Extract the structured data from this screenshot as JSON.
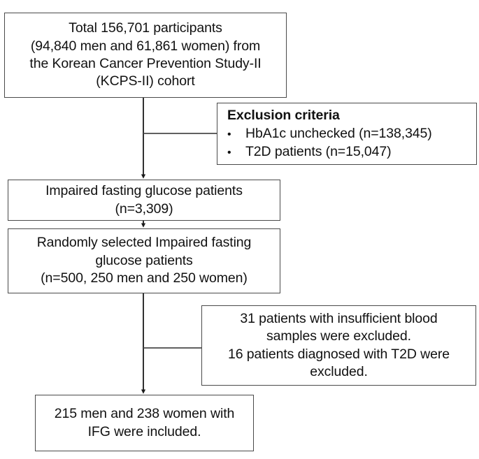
{
  "figure": {
    "type": "flowchart",
    "orientation": "top-to-bottom",
    "colors": {
      "box_border": "#4a4a4a",
      "connector": "#1a1a1a",
      "text": "#111111",
      "background": "#ffffff"
    }
  },
  "nodes": {
    "cohort": {
      "lines": [
        "Total 156,701 participants",
        "(94,840 men and 61,861 women) from",
        "the Korean Cancer Prevention Study-II",
        "(KCPS-II) cohort"
      ]
    },
    "exclusion_1": {
      "title": "Exclusion criteria",
      "bullet_mark": "•",
      "bullets": [
        "HbA1c unchecked (n=138,345)",
        "T2D patients (n=15,047)"
      ]
    },
    "ifg": {
      "lines": [
        "Impaired fasting glucose patients",
        "(n=3,309)"
      ]
    },
    "random": {
      "lines": [
        "Randomly selected Impaired fasting",
        "glucose patients",
        "(n=500, 250 men and 250 women)"
      ]
    },
    "exclusion_2": {
      "lines": [
        "31 patients with insufficient blood",
        "samples were excluded.",
        "16 patients diagnosed with T2D were",
        "excluded."
      ]
    },
    "final": {
      "lines": [
        "215 men and 238 women with",
        "IFG were included."
      ]
    }
  },
  "connectors": [
    {
      "name": "cohort-to-ifg",
      "from": "cohort",
      "to": "ifg",
      "arrow": true
    },
    {
      "name": "cohort-to-exclusion-1",
      "from": "cohort",
      "to": "exclusion_1",
      "arrow": false
    },
    {
      "name": "ifg-to-random",
      "from": "ifg",
      "to": "random",
      "arrow": true
    },
    {
      "name": "random-to-final",
      "from": "random",
      "to": "final",
      "arrow": true
    },
    {
      "name": "random-to-exclusion-2",
      "from": "random",
      "to": "exclusion_2",
      "arrow": false
    }
  ]
}
